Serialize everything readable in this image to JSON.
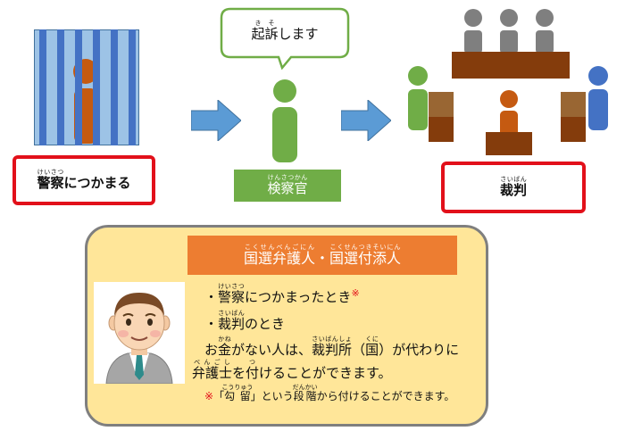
{
  "steps": {
    "arrest": {
      "label": "警察につかまる",
      "ruby_base": "警察",
      "ruby_text": "けいさつ",
      "label_rest": "につかまる"
    },
    "prosecutor": {
      "speech": "起訴します",
      "speech_ruby_base": "起訴",
      "speech_ruby_text": "きそ",
      "speech_rest": "します",
      "label_ruby_base": "検察官",
      "label_ruby_text": "けんさつかん"
    },
    "trial": {
      "label_ruby_base": "裁判",
      "label_ruby_text": "さいばん"
    }
  },
  "info": {
    "title_part1_base": "国選弁護人",
    "title_part1_ruby": "こくせんべんごにん",
    "title_separator": "・",
    "title_part2_base": "国選付添人",
    "title_part2_ruby": "こくせんつきそいにん",
    "bullet1_prefix": "・",
    "bullet1_ruby_base": "警察",
    "bullet1_ruby_text": "けいさつ",
    "bullet1_rest": "につかまったとき",
    "bullet1_mark": "※",
    "bullet2_prefix": "・",
    "bullet2_ruby_base": "裁判",
    "bullet2_ruby_text": "さいばん",
    "bullet2_rest": "のとき",
    "para_a": "お",
    "para_kane_base": "金",
    "para_kane_ruby": "かね",
    "para_b": "がない人は、",
    "para_court_base": "裁判所",
    "para_court_ruby": "さいばんしょ",
    "para_c": "（",
    "para_kuni_base": "国",
    "para_kuni_ruby": "くに",
    "para_d": "）が代わりに",
    "para2_lawyer_base": "弁護士",
    "para2_lawyer_ruby": "べんごし",
    "para2_a": "を",
    "para2_tsuke_base": "付",
    "para2_tsuke_ruby": "つ",
    "para2_b": "けることができます。",
    "note_mark": "※",
    "note_a": "「",
    "note_kouryuu_base": "勾留",
    "note_kouryuu_ruby": "こうりゅう",
    "note_b": "」という",
    "note_dankai_base": "段階",
    "note_dankai_ruby": "だんかい",
    "note_c": "から付けることができます。"
  },
  "colors": {
    "red": "#e2101a",
    "green": "#70ad47",
    "orange": "#ed7d31",
    "blue": "#4472c4",
    "brown": "#843c0c",
    "tan": "#996633",
    "gray": "#7f7f7f",
    "yellow_box": "#ffe699",
    "arrow": "#5b9bd5"
  }
}
